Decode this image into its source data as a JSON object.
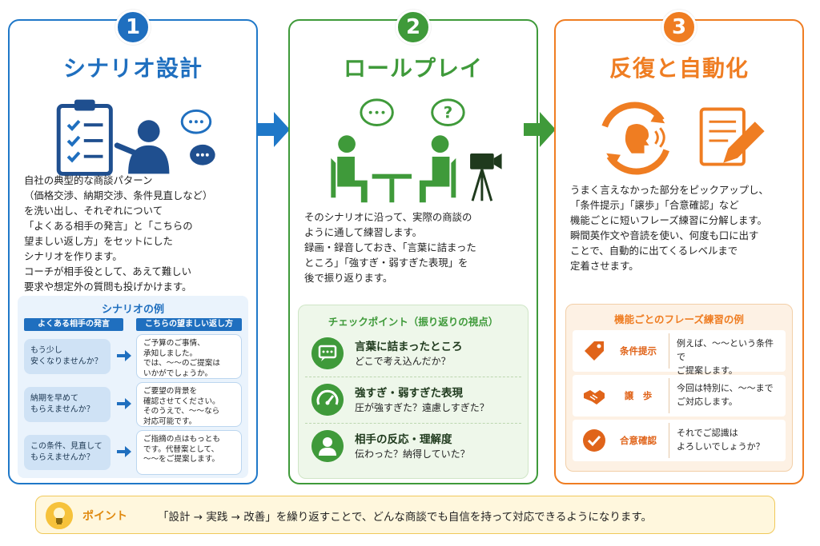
{
  "colors": {
    "blue": "#1f6fbf",
    "green": "#3f9a3a",
    "orange": "#ef7d22",
    "gold": "#f6c23b"
  },
  "steps": [
    {
      "number": "1",
      "title": "シナリオ設計",
      "body": "自社の典型的な商談パターン\n（価格交渉、納期交渉、条件見直しなど）\nを洗い出し、それぞれについて\n「よくある相手の発言」と「こちらの\n望ましい返し方」をセットにした\nシナリオを作ります。\nコーチが相手役として、あえて難しい\n要求や想定外の質問も投げかけます。",
      "example": {
        "title": "シナリオの例",
        "col_left": "よくある相手の発言",
        "col_right": "こちらの望ましい返し方",
        "rows": [
          {
            "q": "もう少し\n安くなりませんか？",
            "a": "ご予算のご事情、\n承知しました。\nでは、〜〜のご提案は\nいかがでしょうか。"
          },
          {
            "q": "納期を早めて\nもらえませんか？",
            "a": "ご要望の背景を\n確認させてください。\nそのうえで、〜〜なら\n対応可能です。"
          },
          {
            "q": "この条件、見直して\nもらえませんか？",
            "a": "ご指摘の点はもっとも\nです。代替案として、\n〜〜をご提案します。"
          }
        ]
      }
    },
    {
      "number": "2",
      "title": "ロールプレイ",
      "body": "そのシナリオに沿って、実際の商談の\nように通して練習します。\n録画・録音しておき、「言葉に詰まった\nところ」「強すぎ・弱すぎた表現」を\n後で振り返ります。",
      "checkpoints": {
        "title": "チェックポイント（振り返りの視点）",
        "items": [
          {
            "title": "言葉に詰まったところ",
            "sub": "どこで考え込んだか？",
            "icon": "chat-icon"
          },
          {
            "title": "強すぎ・弱すぎた表現",
            "sub": "圧が強すぎた？遠慮しすぎた？",
            "icon": "gauge-icon"
          },
          {
            "title": "相手の反応・理解度",
            "sub": "伝わった？納得していた？",
            "icon": "person-icon"
          }
        ]
      }
    },
    {
      "number": "3",
      "title": "反復と自動化",
      "body": "うまく言えなかった部分をピックアップし、\n「条件提示」「譲歩」「合意確認」など\n機能ごとに短いフレーズ練習に分解します。\n瞬間英作文や音読を使い、何度も口に出す\nことで、自動的に出てくるレベルまで\n定着させます。",
      "phrases": {
        "title": "機能ごとのフレーズ練習の例",
        "rows": [
          {
            "label": "条件提示",
            "text": "例えば、〜〜という条件で\nご提案します。",
            "icon": "tag-icon"
          },
          {
            "label": "譲　歩",
            "text": "今回は特別に、〜〜まで\nご対応します。",
            "icon": "handshake-icon"
          },
          {
            "label": "合意確認",
            "text": "それでご認識は\nよろしいでしょうか？",
            "icon": "check-circle-icon"
          }
        ]
      }
    }
  ],
  "point": {
    "label": "ポイント",
    "text": "「設計 → 実践 → 改善」を繰り返すことで、どんな商談でも自信を持って対応できるようになります。"
  }
}
